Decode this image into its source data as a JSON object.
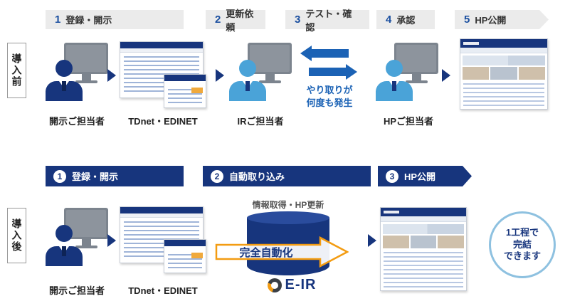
{
  "colors": {
    "navy": "#17357d",
    "person_light_blue": "#4aa3d8",
    "step_gray": "#ebebeb",
    "step_number_blue": "#1c50a0",
    "exchange_blue": "#1b62b5",
    "automation_orange": "#f39c12",
    "result_circle_border": "#8ec1e0"
  },
  "before": {
    "side_label": "導入前",
    "steps": [
      {
        "num": "1",
        "label": "登録・開示"
      },
      {
        "num": "2",
        "label": "更新依頼"
      },
      {
        "num": "3",
        "label": "テスト・確認"
      },
      {
        "num": "4",
        "label": "承認"
      },
      {
        "num": "5",
        "label": "HP公開"
      }
    ],
    "actor1_label": "開示ご担当者",
    "docs_label": "TDnet・EDINET",
    "actor2_label": "IRご担当者",
    "exchange_note_line1": "やり取りが",
    "exchange_note_line2": "何度も発生",
    "actor3_label": "HPご担当者"
  },
  "after": {
    "side_label": "導入後",
    "steps": [
      {
        "num": "1",
        "label": "登録・開示"
      },
      {
        "num": "2",
        "label": "自動取り込み"
      },
      {
        "num": "3",
        "label": "HP公開"
      }
    ],
    "actor1_label": "開示ご担当者",
    "docs_label": "TDnet・EDINET",
    "process_caption": "情報取得・HP更新",
    "automation_label": "完全自動化",
    "logo_text": "E-IR",
    "result_line1": "1工程で",
    "result_line2": "完結",
    "result_line3": "できます"
  }
}
